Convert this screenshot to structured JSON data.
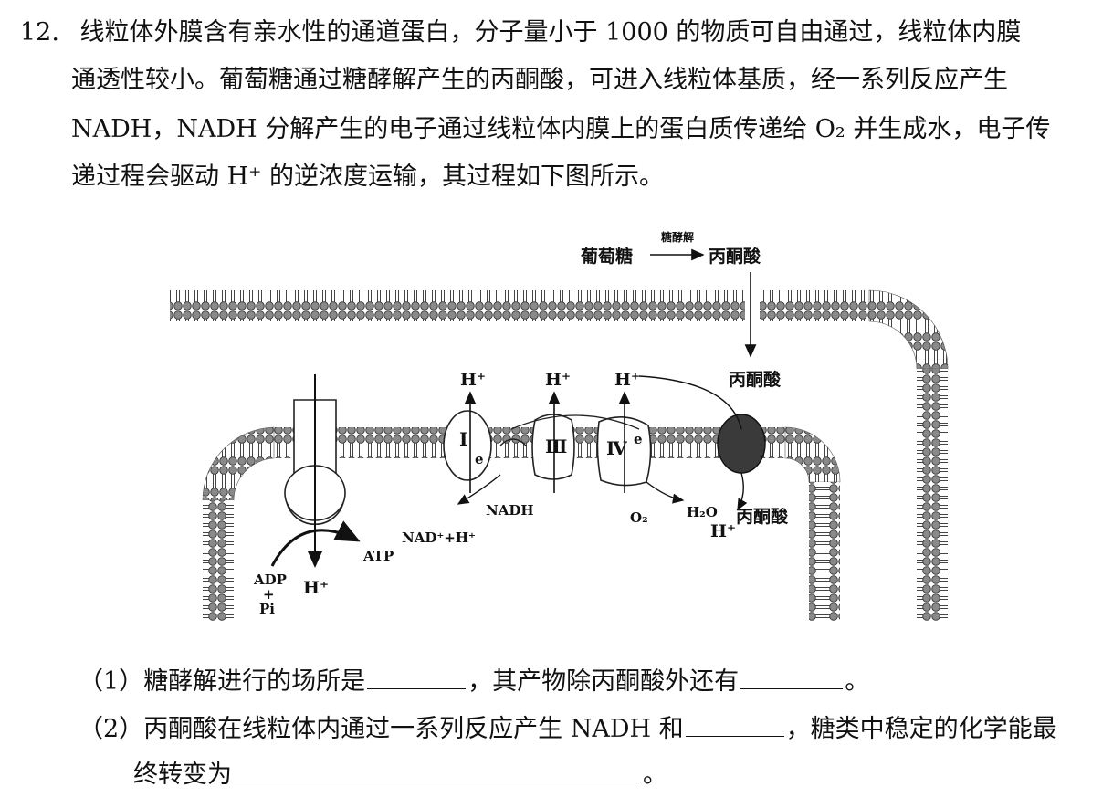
{
  "question": {
    "number": "12.",
    "lines": [
      "线粒体外膜含有亲水性的通道蛋白，分子量小于 1000 的物质可自由通过，线粒体内膜",
      "通透性较小。葡萄糖通过糖酵解产生的丙酮酸，可进入线粒体基质，经一系列反应产生",
      "NADH，NADH 分解产生的电子通过线粒体内膜上的蛋白质传递给 O₂ 并生成水，电子传",
      "递过程会驱动 H⁺ 的逆浓度运输，其过程如下图所示。"
    ]
  },
  "diagram": {
    "glucose": "葡萄糖",
    "arrow_label": "糖酵解",
    "pyruvate_top": "丙酮酸",
    "pyruvate_mid": "丙酮酸",
    "pyruvate_bottom": "丙酮酸",
    "h_plus": "H⁺",
    "complex_1": "I",
    "complex_3": "Ⅲ",
    "complex_4": "Ⅳ",
    "electron": "e",
    "nadh": "NADH",
    "nad_plus": "NAD⁺+H⁺",
    "o2": "O₂",
    "h2o": "H₂O",
    "atp": "ATP",
    "adp": "ADP",
    "plus": "+",
    "pi": "Pi"
  },
  "sub_questions": [
    {
      "label": "（1）",
      "text_a": "糖酵解进行的场所是",
      "text_b": "，其产物除丙酮酸外还有",
      "end": "。"
    },
    {
      "label": "（2）",
      "text_a": "丙酮酸在线粒体内通过一系列反应产生 NADH 和",
      "text_b": "，糖类中稳定的化学能最",
      "cont": "终转变为",
      "end": "。"
    }
  ]
}
